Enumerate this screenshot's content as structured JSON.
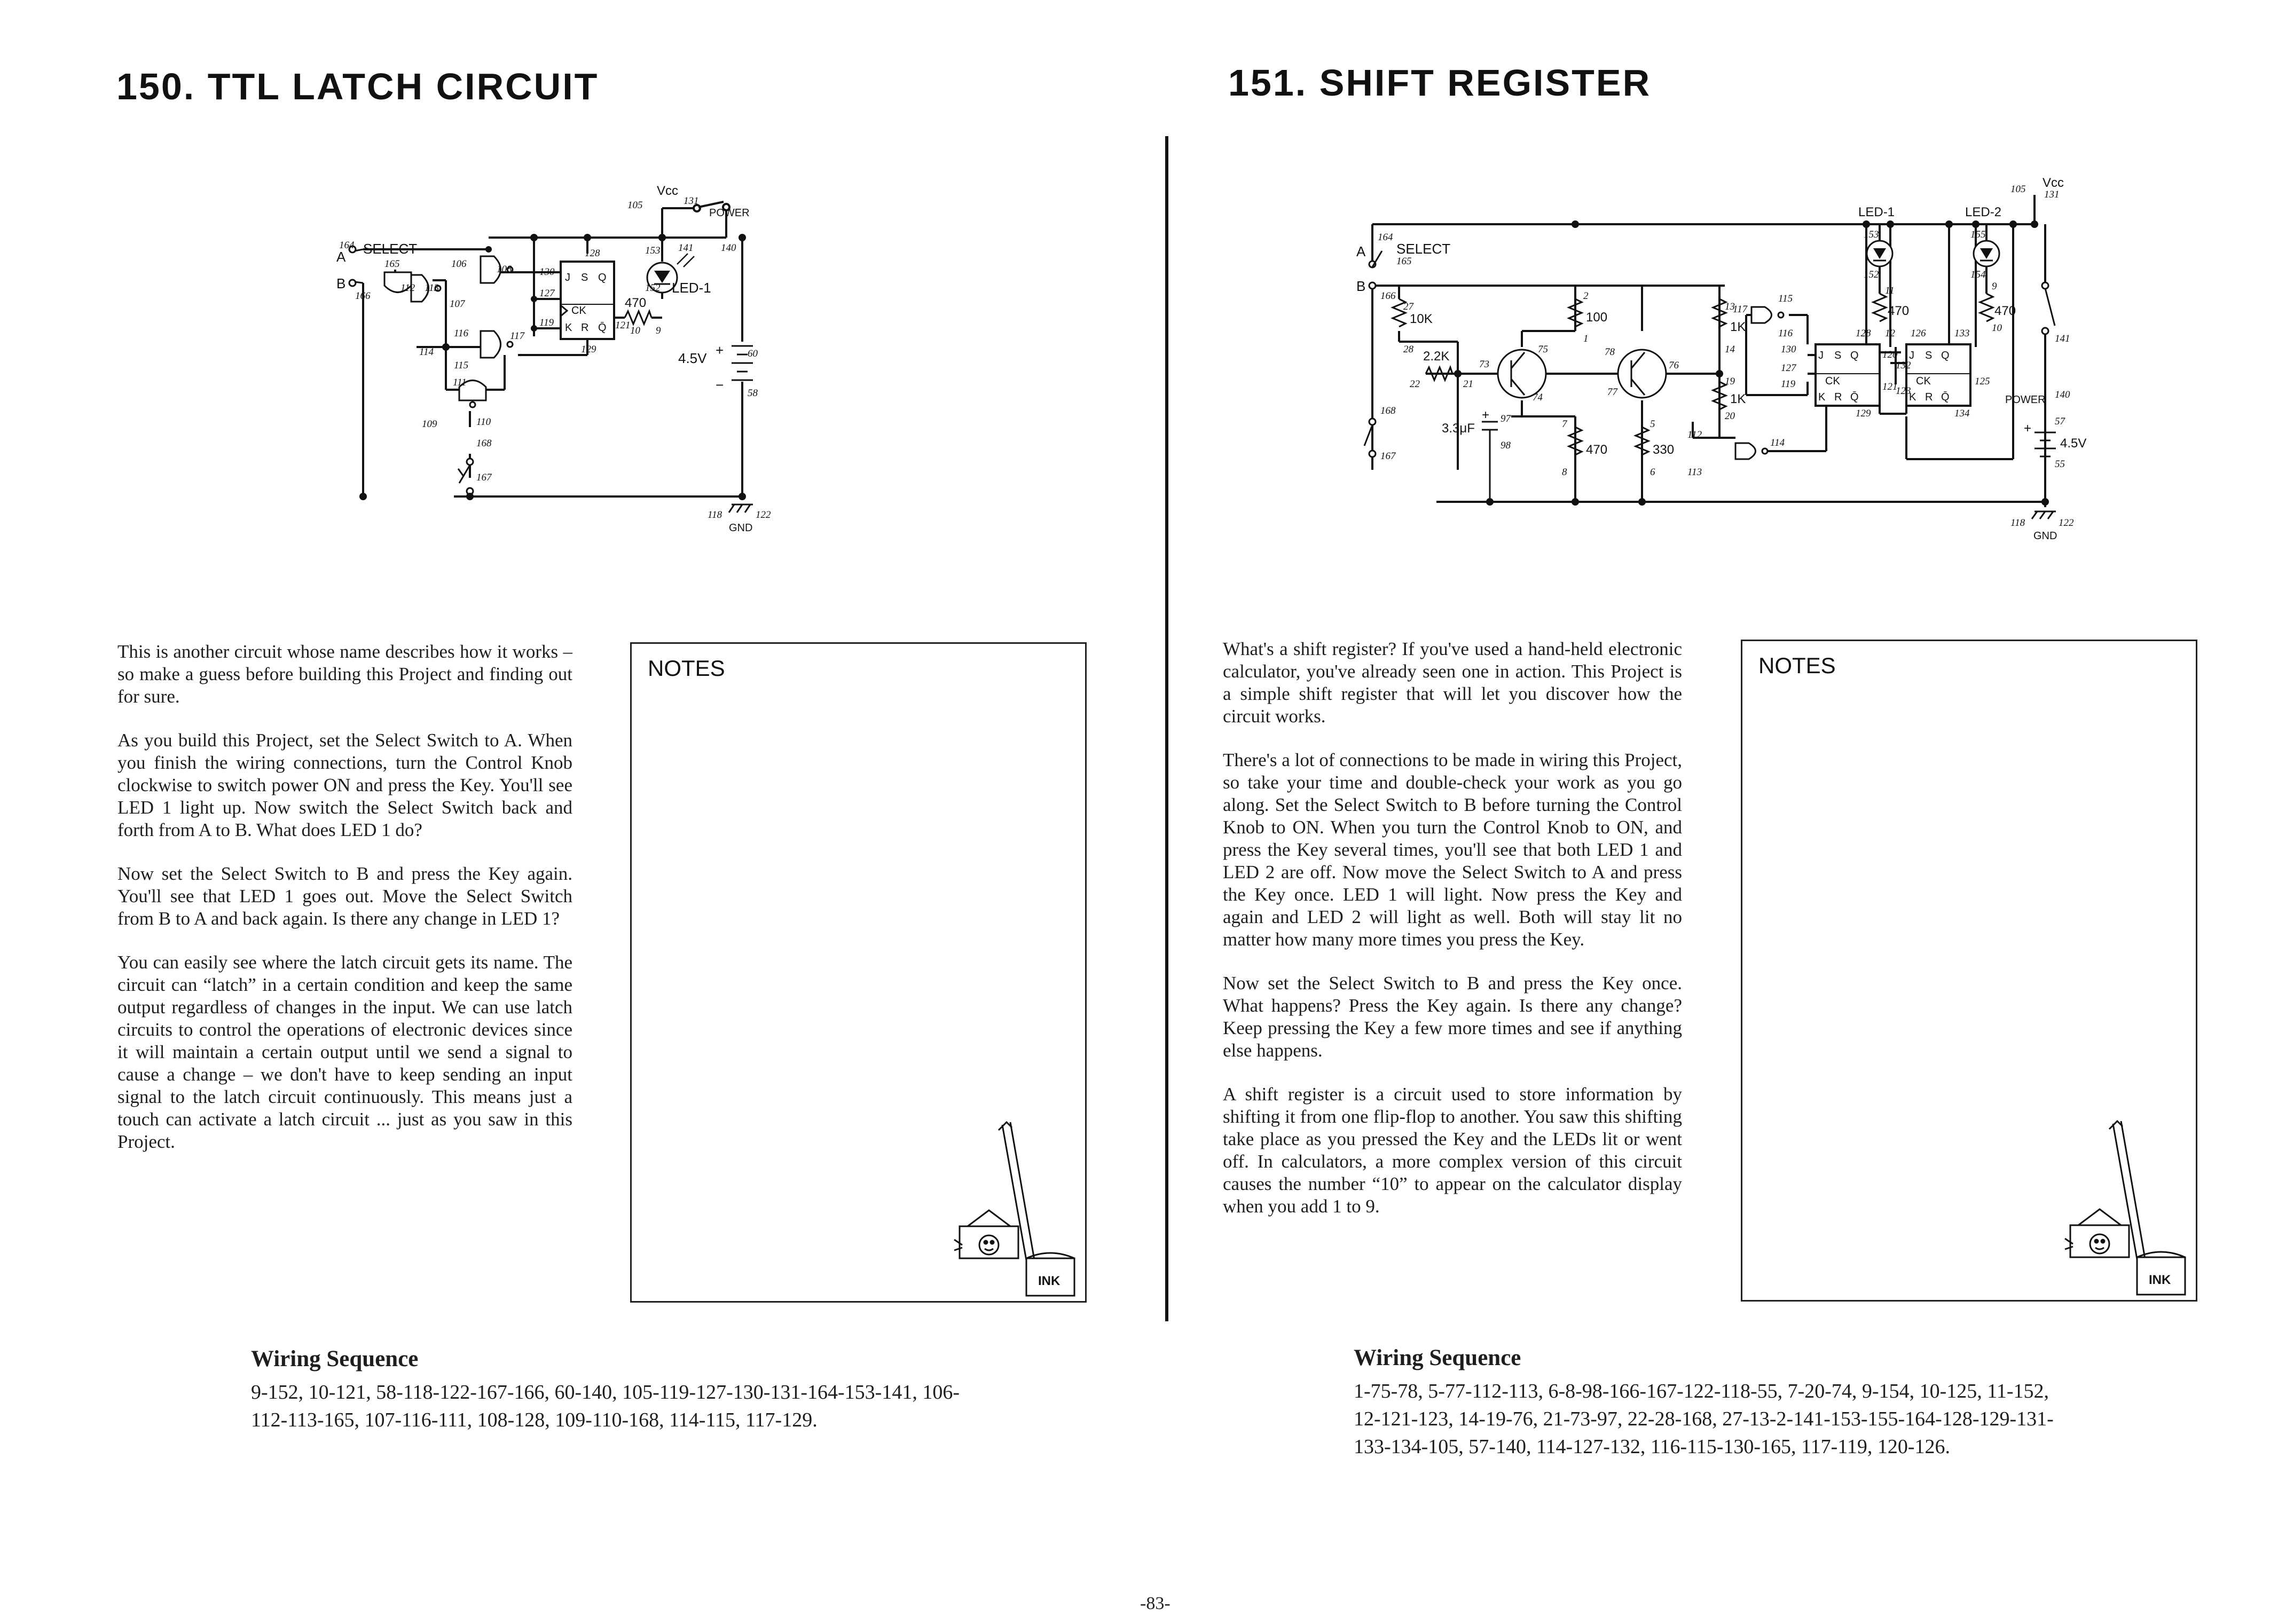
{
  "left_page": {
    "title": "150. TTL LATCH CIRCUIT",
    "schematic": {
      "labels": {
        "vcc": "Vcc",
        "power": "POWER",
        "select": "SELECT",
        "a": "A",
        "b": "B",
        "led1": "LED-1",
        "r470": "470",
        "battery": "4.5V",
        "plus": "+",
        "minus": "−",
        "gnd": "GND",
        "j": "J",
        "s": "S",
        "q": "Q",
        "ck": "CK",
        "k": "K",
        "r": "R",
        "qbar": "Q̄"
      },
      "terminals": {
        "t105": "105",
        "t131": "131",
        "t141": "141",
        "t140": "140",
        "t153": "153",
        "t152": "152",
        "t164": "164",
        "t165": "165",
        "t166": "166",
        "t106": "106",
        "t108": "108",
        "t112": "112",
        "t113": "113",
        "t107": "107",
        "t128": "128",
        "t130": "130",
        "t127": "127",
        "t119": "119",
        "t121": "121",
        "t10": "10",
        "t9": "9",
        "t129": "129",
        "t114": "114",
        "t116": "116",
        "t117": "117",
        "t115": "115",
        "t111": "111",
        "t109": "109",
        "t110": "110",
        "t168": "168",
        "t167": "167",
        "t60": "60",
        "t58": "58",
        "t118": "118",
        "t122": "122"
      }
    },
    "paragraphs": [
      "This is another circuit whose name describes how it works – so make a guess before building this Project and finding out for sure.",
      "As you build this Project, set the Select Switch to A. When you finish the wiring connections, turn the Control Knob clockwise to switch power ON and press the Key. You'll see LED 1 light up. Now switch the Select Switch back and forth from A to B. What does LED 1 do?",
      "Now set the Select Switch to B and press the Key again. You'll see that LED 1 goes out. Move the Select Switch from B to A and back again. Is there any change in LED 1?",
      "You can easily see where the latch circuit gets its name. The circuit can “latch” in a certain condition and keep the same output regardless of changes in the input. We can use latch circuits to control the operations of electronic devices since it will maintain a certain output until we send a signal to cause a change – we don't have to keep sending an input signal to the latch circuit continuously. This means just a touch can activate a latch circuit ... just as you saw in this Project."
    ],
    "notes_label": "NOTES",
    "mascot_label": "INK",
    "wiring_heading": "Wiring Sequence",
    "wiring_sequence": "9-152, 10-121, 58-118-122-167-166, 60-140, 105-119-127-130-131-164-153-141, 106-112-113-165, 107-116-111, 108-128, 109-110-168, 114-115, 117-129."
  },
  "right_page": {
    "title": "151. SHIFT REGISTER",
    "schematic": {
      "labels": {
        "vcc": "Vcc",
        "led1": "LED-1",
        "led2": "LED-2",
        "select": "SELECT",
        "a": "A",
        "b": "B",
        "r10k": "10K",
        "r2_2k": "2.2K",
        "r100": "100",
        "r1k_a": "1K",
        "r1k_b": "1K",
        "r470_a": "470",
        "r470_b": "470",
        "r470_c": "470",
        "r330": "330",
        "cap": "3.3μF",
        "plus": "+",
        "power": "POWER",
        "battery": "4.5V",
        "gnd": "GND",
        "j": "J",
        "s": "S",
        "q": "Q",
        "ck": "CK",
        "k": "K",
        "r": "R",
        "qbar": "Q̄"
      },
      "terminals": {
        "t105": "105",
        "t131": "131",
        "t153": "153",
        "t152": "152",
        "t155": "155",
        "t154": "154",
        "t164": "164",
        "t165": "165",
        "t166": "166",
        "t27": "27",
        "t28": "28",
        "t22": "22",
        "t21": "21",
        "t73": "73",
        "t75": "75",
        "t78": "78",
        "t74": "74",
        "t77": "77",
        "t76": "76",
        "t2": "2",
        "t1": "1",
        "t13": "13",
        "t14": "14",
        "t19": "19",
        "t20": "20",
        "t117": "117",
        "t115": "115",
        "t116": "116",
        "t128": "128",
        "t130": "130",
        "t127": "127",
        "t119": "119",
        "t120": "120",
        "t121": "121",
        "t129": "129",
        "t11": "11",
        "t12": "12",
        "t126": "126",
        "t132": "132",
        "t123": "123",
        "t133": "133",
        "t125": "125",
        "t134": "134",
        "t9": "9",
        "t10": "10",
        "t141": "141",
        "t140": "140",
        "t57": "57",
        "t55": "55",
        "t168": "168",
        "t167": "167",
        "t97": "97",
        "t98": "98",
        "t7": "7",
        "t8": "8",
        "t5": "5",
        "t6": "6",
        "t112": "112",
        "t113": "113",
        "t114": "114",
        "t118": "118",
        "t122": "122"
      }
    },
    "paragraphs": [
      "What's a shift register? If you've used a hand-held electronic calculator, you've already seen one in action. This Project is a simple shift register that will let you discover how the circuit works.",
      "There's a lot of connections to be made in wiring this Project, so take your time and double-check your work as you go along. Set the Select Switch to B before turning the Control Knob to ON. When you turn the Control Knob to ON, and press the Key several times, you'll see that both LED 1 and LED 2 are off. Now move the Select Switch to A and press the Key once. LED 1 will light. Now press the Key and again and LED 2 will light as well. Both will stay lit no matter how many more times you press the Key.",
      "Now set the Select Switch to B and press the Key once. What happens? Press the Key again. Is there any change? Keep pressing the Key a few more times and see if anything else happens.",
      "A shift register is a circuit used to store information by shifting it from one flip-flop to another. You saw this shifting take place as you pressed the Key and the LEDs lit or went off. In calculators, a more complex version of this circuit causes the number “10” to appear on the calculator display when you add 1 to 9."
    ],
    "notes_label": "NOTES",
    "mascot_label": "INK",
    "wiring_heading": "Wiring Sequence",
    "wiring_sequence": "1-75-78, 5-77-112-113, 6-8-98-166-167-122-118-55, 7-20-74, 9-154, 10-125, 11-152, 12-121-123, 14-19-76, 21-73-97, 22-28-168, 27-13-2-141-153-155-164-128-129-131-133-134-105, 57-140, 114-127-132, 116-115-130-165, 117-119, 120-126."
  },
  "page_number": "-83-"
}
